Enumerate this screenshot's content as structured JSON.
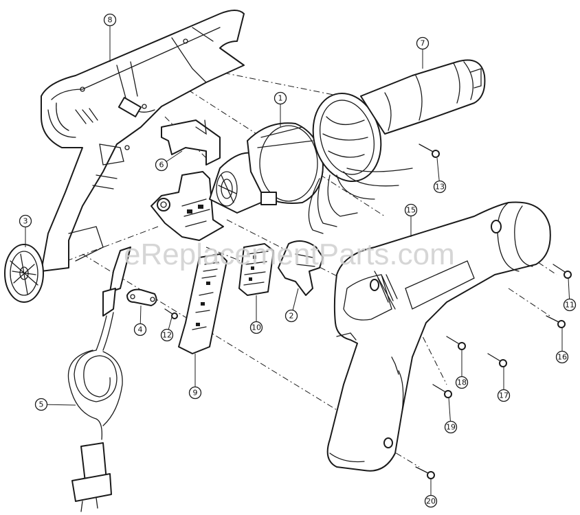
{
  "watermark": "eReplacementParts.com",
  "callouts": [
    {
      "id": "1",
      "label": "1"
    },
    {
      "id": "2",
      "label": "2"
    },
    {
      "id": "3",
      "label": "3"
    },
    {
      "id": "4",
      "label": "4"
    },
    {
      "id": "5",
      "label": "5"
    },
    {
      "id": "6",
      "label": "6"
    },
    {
      "id": "7",
      "label": "7"
    },
    {
      "id": "8",
      "label": "8"
    },
    {
      "id": "9",
      "label": "9"
    },
    {
      "id": "10",
      "label": "10"
    },
    {
      "id": "11",
      "label": "11"
    },
    {
      "id": "12",
      "label": "12"
    },
    {
      "id": "13",
      "label": "13"
    },
    {
      "id": "15",
      "label": "15"
    },
    {
      "id": "16",
      "label": "16"
    },
    {
      "id": "17",
      "label": "17"
    },
    {
      "id": "18",
      "label": "18"
    },
    {
      "id": "19",
      "label": "19"
    },
    {
      "id": "20",
      "label": "20"
    }
  ],
  "colors": {
    "ink": "#1a1a1a",
    "watermark": "#d0d0d0",
    "background": "#ffffff"
  }
}
